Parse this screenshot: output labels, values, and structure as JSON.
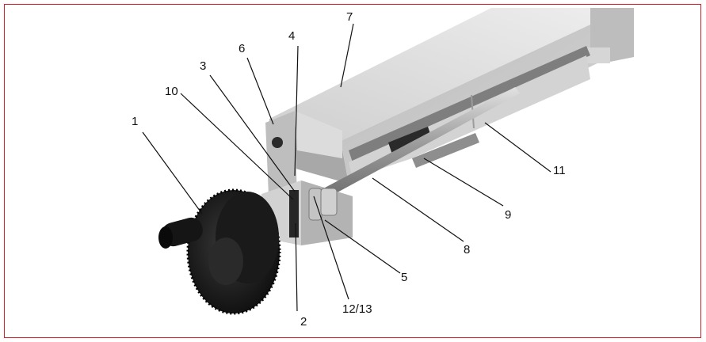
{
  "colors": {
    "frame": "#d2232a",
    "leader": "#111111",
    "metal": "#c9c9c9",
    "knob": "#1f1f1f"
  },
  "labels": {
    "l1": "1",
    "l2": "2",
    "l3": "3",
    "l4": "4",
    "l5": "5",
    "l6": "6",
    "l7": "7",
    "l8": "8",
    "l9": "9",
    "l10": "10",
    "l11": "11",
    "l12_13": "12/13"
  }
}
